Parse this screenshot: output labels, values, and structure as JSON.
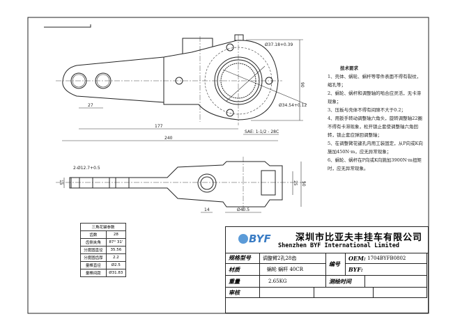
{
  "drawing": {
    "top_view": {
      "dim_hole_spacing": "27",
      "dim_center": "177",
      "dim_overall": "240",
      "dim_height": "90",
      "dim_outer_dia": "Ø37.18+0.39",
      "dim_spline_dia": "Ø34.54+0.12",
      "spline_spec": "SAE: 1-1/2 - 28C"
    },
    "side_view": {
      "dim_holes": "2-Ø12.7+0.5",
      "dim_thickness": "15",
      "dim_nut": "14",
      "dim_hub": "Ø40.5",
      "dim_width": "50",
      "dim_inner": "25"
    }
  },
  "tech_notes": {
    "title": "技术要求",
    "items": [
      "1、壳体、蜗轮、蜗杆等零件表面不得有裂纹，缩孔等；",
      "2、蜗轮、蜗杆和调整轴的啮合应灵活，无卡滞现象；",
      "3、压板与壳体不得有间隙不大于0.2；",
      "4、用扳手转动调整轴六角头，旋转调整轴22圈不得有卡滞现象，松开锁止套使调整轴六角回转，锁止套应弹回调整轴；",
      "5、在调整臂花键孔内用工装固定，从P向或K向施加450N·m，应无异常现象；",
      "6、蜗轮、蜗杆在P向或K向施加3900N·m扭矩时，应无异常现象。"
    ]
  },
  "spline_table": {
    "title": "三角花键参数",
    "rows": [
      [
        "齿数",
        "28"
      ],
      [
        "齿侧夹角",
        "87° 31'"
      ],
      [
        "分度圆直径",
        "35.56"
      ],
      [
        "分度圆齿厚",
        "2.2"
      ],
      [
        "量棒直径",
        "Ø2.5"
      ],
      [
        "量棒间距",
        "Ø31.83"
      ]
    ]
  },
  "title_block": {
    "company_cn": "深圳市比亚夫丰挂车有限公司",
    "company_en": "Shenzhen BYF International Limited",
    "logo": "BYF",
    "spec_label": "规格型号",
    "spec_value": "调整臂2孔28齿",
    "material_label": "材质",
    "material_value": "蜗轮 蜗杆 40CR",
    "weight_label": "重量",
    "weight_value": "2.65KG",
    "review_label": "审核",
    "number_label": "编号",
    "oem_label": "OEM:",
    "oem_value": "1704BYFB0802",
    "byf_label": "BYF:",
    "survey_time_label": "测绘时间"
  }
}
